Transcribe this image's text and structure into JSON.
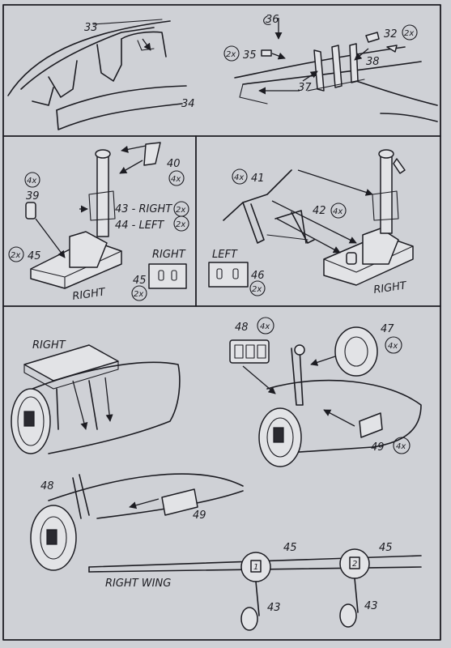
{
  "panel1": {
    "part_33": "33",
    "part_34": "34",
    "part_36": "36",
    "part_35": "35",
    "qty_35": "2x",
    "part_32": "32",
    "qty_32": "2x",
    "part_38": "38",
    "part_37": "37"
  },
  "panel2": {
    "part_40": "40",
    "qty_40": "4x",
    "part_39": "39",
    "qty_39": "4x",
    "part_43_right": "43 - RIGHT",
    "qty_43": "2x",
    "part_44_left": "44 - LEFT",
    "qty_44": "2x",
    "part_45": "45",
    "qty_45": "2x",
    "label_right_base": "RIGHT",
    "label_right": "RIGHT",
    "part_45b": "45",
    "qty_45b": "2x"
  },
  "panel3": {
    "part_41": "41",
    "qty_41": "4x",
    "part_42": "42",
    "qty_42": "4x",
    "label_left": "LEFT",
    "part_46": "46",
    "qty_46": "2x",
    "label_right_base": "RIGHT"
  },
  "panel4": {
    "label_right": "RIGHT",
    "part_48": "48",
    "qty_48": "4x",
    "part_47": "47",
    "qty_47": "4x",
    "part_49": "49",
    "qty_49": "4x",
    "part_48b": "48",
    "part_49b": "49",
    "label_right_wing": "RIGHT WING",
    "part_45_left": "45",
    "part_45_right": "45",
    "part_43_left": "43",
    "part_43_right": "43",
    "nacelle_1": "1",
    "nacelle_2": "2"
  }
}
